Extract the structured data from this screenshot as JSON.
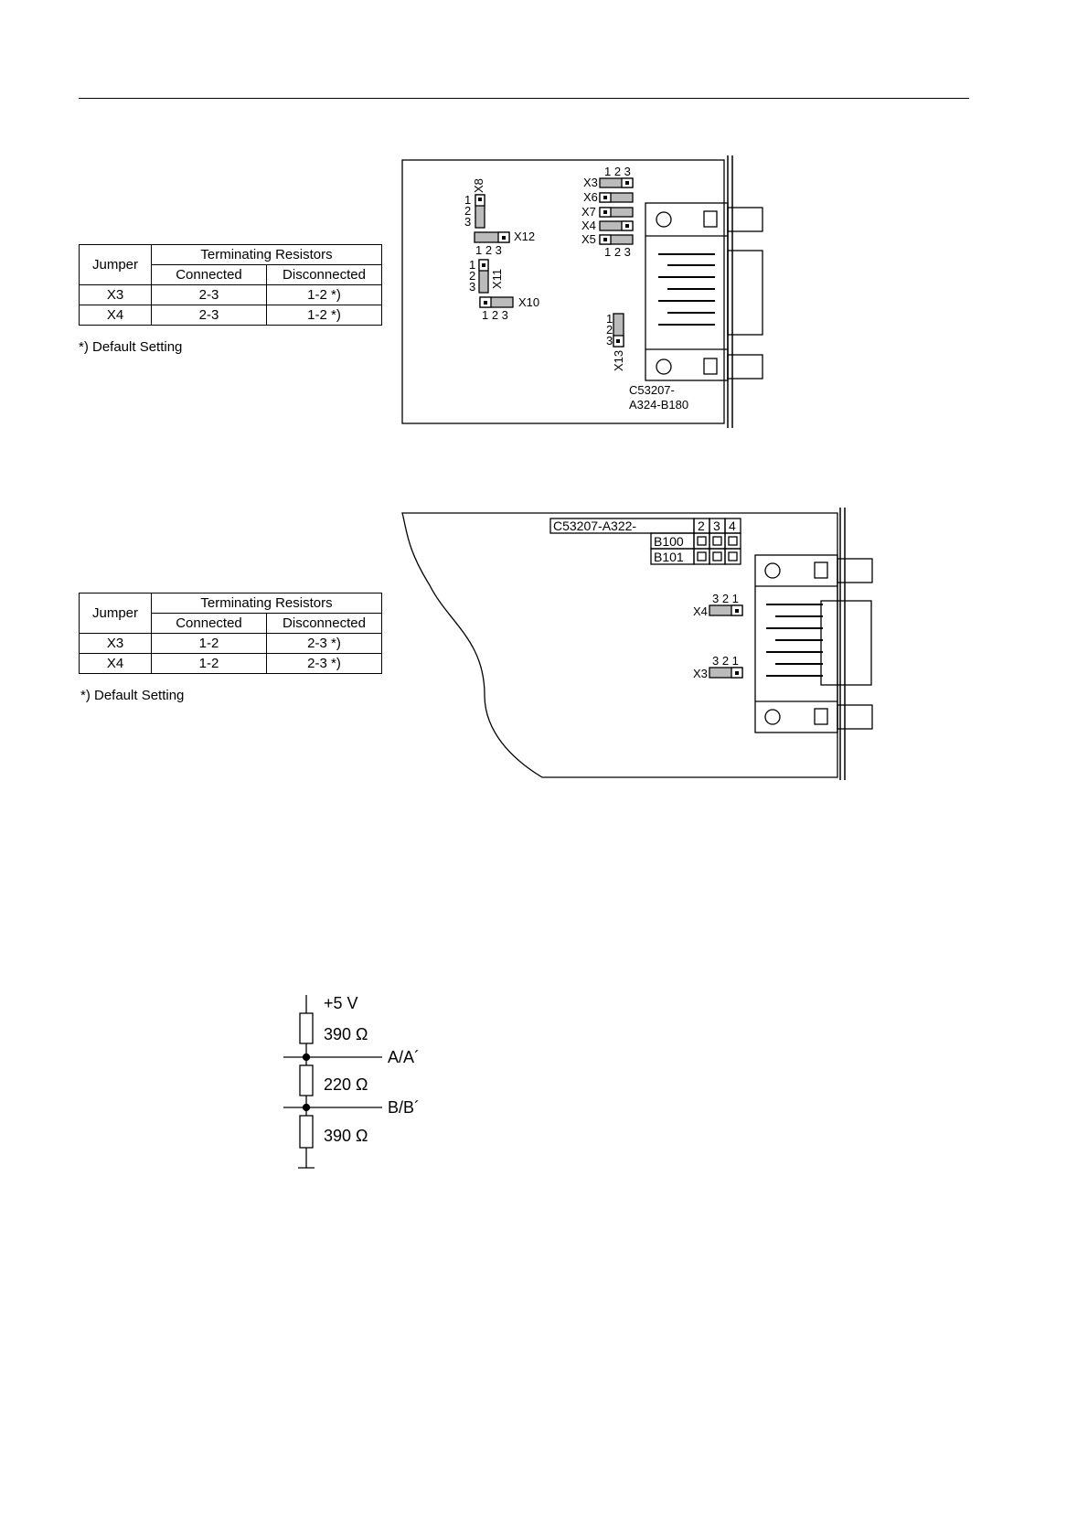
{
  "table1": {
    "header_jumper": "Jumper",
    "header_group": "Terminating Resistors",
    "header_connected": "Connected",
    "header_disconnected": "Disconnected",
    "rows": [
      {
        "jumper": "X3",
        "connected": "2-3",
        "disconnected": "1-2 *)"
      },
      {
        "jumper": "X4",
        "connected": "2-3",
        "disconnected": "1-2 *)"
      }
    ],
    "footnote": "*) Default Setting"
  },
  "table2": {
    "header_jumper": "Jumper",
    "header_group": "Terminating Resistors",
    "header_connected": "Connected",
    "header_disconnected": "Disconnected",
    "rows": [
      {
        "jumper": "X3",
        "connected": "1-2",
        "disconnected": "2-3 *)"
      },
      {
        "jumper": "X4",
        "connected": "1-2",
        "disconnected": "2-3 *)"
      }
    ],
    "footnote": "*) Default Setting"
  },
  "board1": {
    "x8": "X8",
    "x12": "X12",
    "x11": "X11",
    "x10": "X10",
    "x13": "X13",
    "x3": "X3",
    "x6": "X6",
    "x7": "X7",
    "x4": "X4",
    "x5": "X5",
    "pins_123": "1 2 3",
    "pin1": "1",
    "pin2": "2",
    "pin3": "3",
    "part_line1": "C53207-",
    "part_line2": "A324-B180"
  },
  "board2": {
    "part": "C53207-A322-",
    "col2": "2",
    "col3": "3",
    "col4": "4",
    "b100": "B100",
    "b101": "B101",
    "x4": "X4",
    "x3": "X3",
    "pins_321": "3 2 1"
  },
  "schematic": {
    "supply": "+5 V",
    "r1": "390 Ω",
    "node_a": "A/A´",
    "r2": "220 Ω",
    "node_b": "B/B´",
    "r3": "390 Ω"
  }
}
